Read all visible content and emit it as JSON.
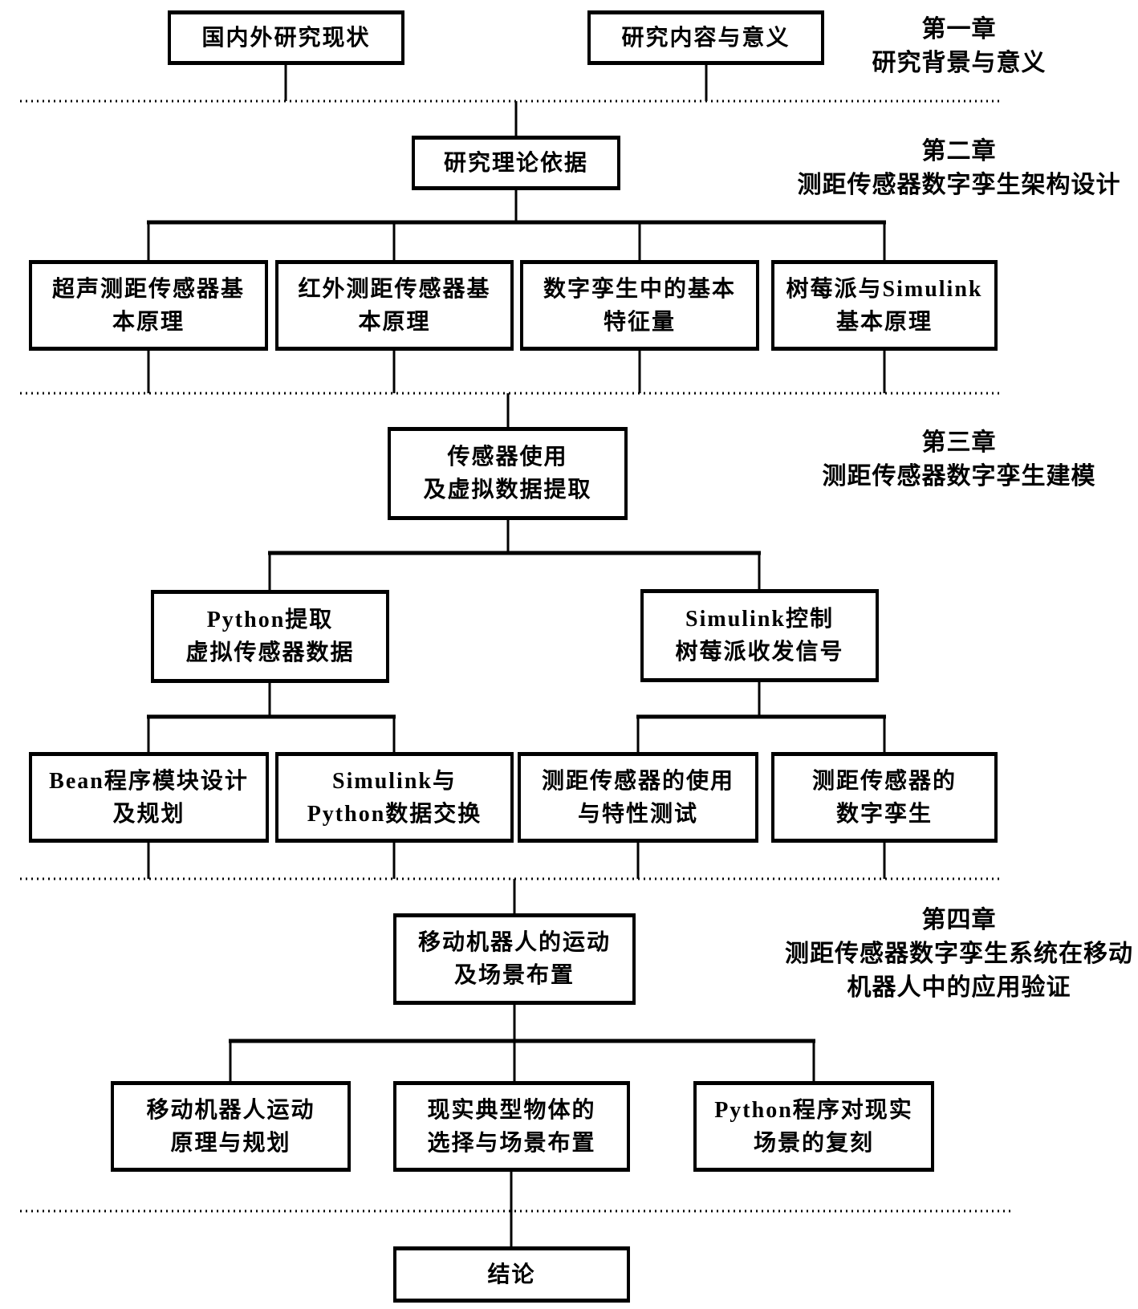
{
  "figure": {
    "kind": "thesis-structure-flowchart",
    "background_color": "#ffffff",
    "line_color": "#000000",
    "text_color": "#000000"
  },
  "boxes": [
    {
      "id": "box-domestic-foreign-research-status",
      "label": "国内外研究现状"
    },
    {
      "id": "box-research-content-significance",
      "label": "研究内容与意义"
    },
    {
      "id": "box-research-theoretical-basis",
      "label": "研究理论依据"
    },
    {
      "id": "box-ultrasonic-ranging-sensor-principle",
      "label": "超声测距传感器基\n本原理"
    },
    {
      "id": "box-infrared-ranging-sensor-principle",
      "label": "红外测距传感器基\n本原理"
    },
    {
      "id": "box-digital-twin-basic-features",
      "label": "数字孪生中的基本\n特征量"
    },
    {
      "id": "box-raspberry-pi-simulink-principle",
      "label": "树莓派与Simulink\n基本原理"
    },
    {
      "id": "box-sensor-usage-virtual-data-extraction",
      "label": "传感器使用\n及虚拟数据提取"
    },
    {
      "id": "box-python-extract-virtual-sensor-data",
      "label": "Python提取\n虚拟传感器数据"
    },
    {
      "id": "box-simulink-control-raspberry-pi-signals",
      "label": "Simulink控制\n树莓派收发信号"
    },
    {
      "id": "box-bean-program-module-design",
      "label": "Bean程序模块设计\n及规划"
    },
    {
      "id": "box-simulink-python-data-exchange",
      "label": "Simulink与\nPython数据交换"
    },
    {
      "id": "box-ranging-sensor-usage-characteristic-test",
      "label": "测距传感器的使用\n与特性测试"
    },
    {
      "id": "box-ranging-sensor-digital-twin",
      "label": "测距传感器的\n数字孪生"
    },
    {
      "id": "box-mobile-robot-motion-scene-layout",
      "label": "移动机器人的运动\n及场景布置"
    },
    {
      "id": "box-mobile-robot-motion-principle-planning",
      "label": "移动机器人运动\n原理与规划"
    },
    {
      "id": "box-typical-real-objects-scene-selection",
      "label": "现实典型物体的\n选择与场景布置"
    },
    {
      "id": "box-python-real-scene-replication",
      "label": "Python程序对现实\n场景的复刻"
    },
    {
      "id": "box-conclusion",
      "label": "结论"
    }
  ],
  "chapter_labels": [
    {
      "id": "chapter-1",
      "text": "第一章\n研究背景与意义"
    },
    {
      "id": "chapter-2",
      "text": "第二章\n测距传感器数字孪生架构设计"
    },
    {
      "id": "chapter-3",
      "text": "第三章\n测距传感器数字孪生建模"
    },
    {
      "id": "chapter-4",
      "text": "第四章\n测距传感器数字孪生系统在移动\n机器人中的应用验证"
    }
  ]
}
